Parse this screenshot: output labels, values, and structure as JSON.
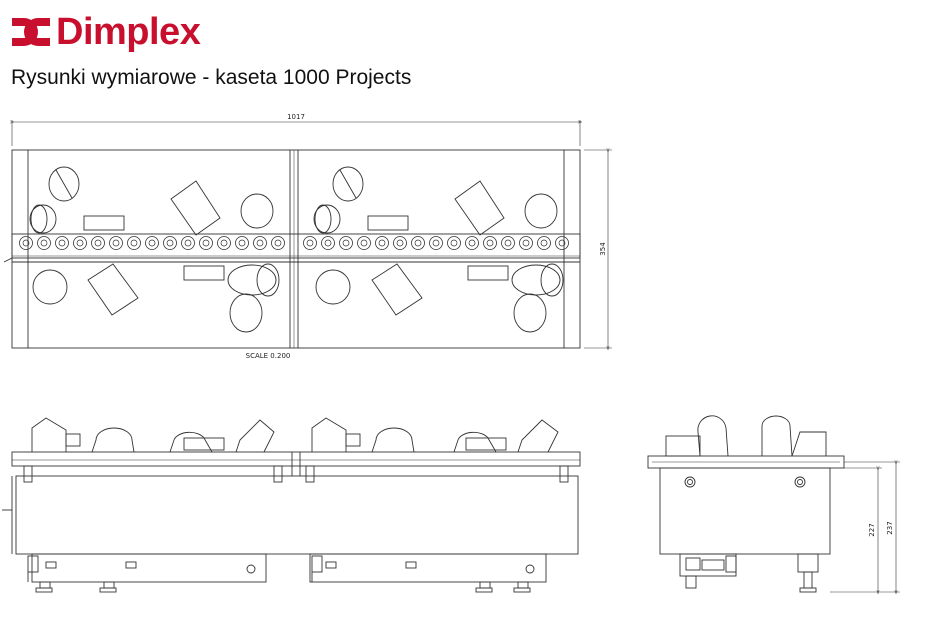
{
  "brand": {
    "name": "Dimplex",
    "color": "#c8102e"
  },
  "title": "Rysunki wymiarowe - kaseta 1000 Projects",
  "top_view": {
    "width_label": "1017",
    "depth_label": "354",
    "scale_label": "SCALE  0.200"
  },
  "side_view": {
    "height_outer": "237",
    "height_inner": "227"
  }
}
